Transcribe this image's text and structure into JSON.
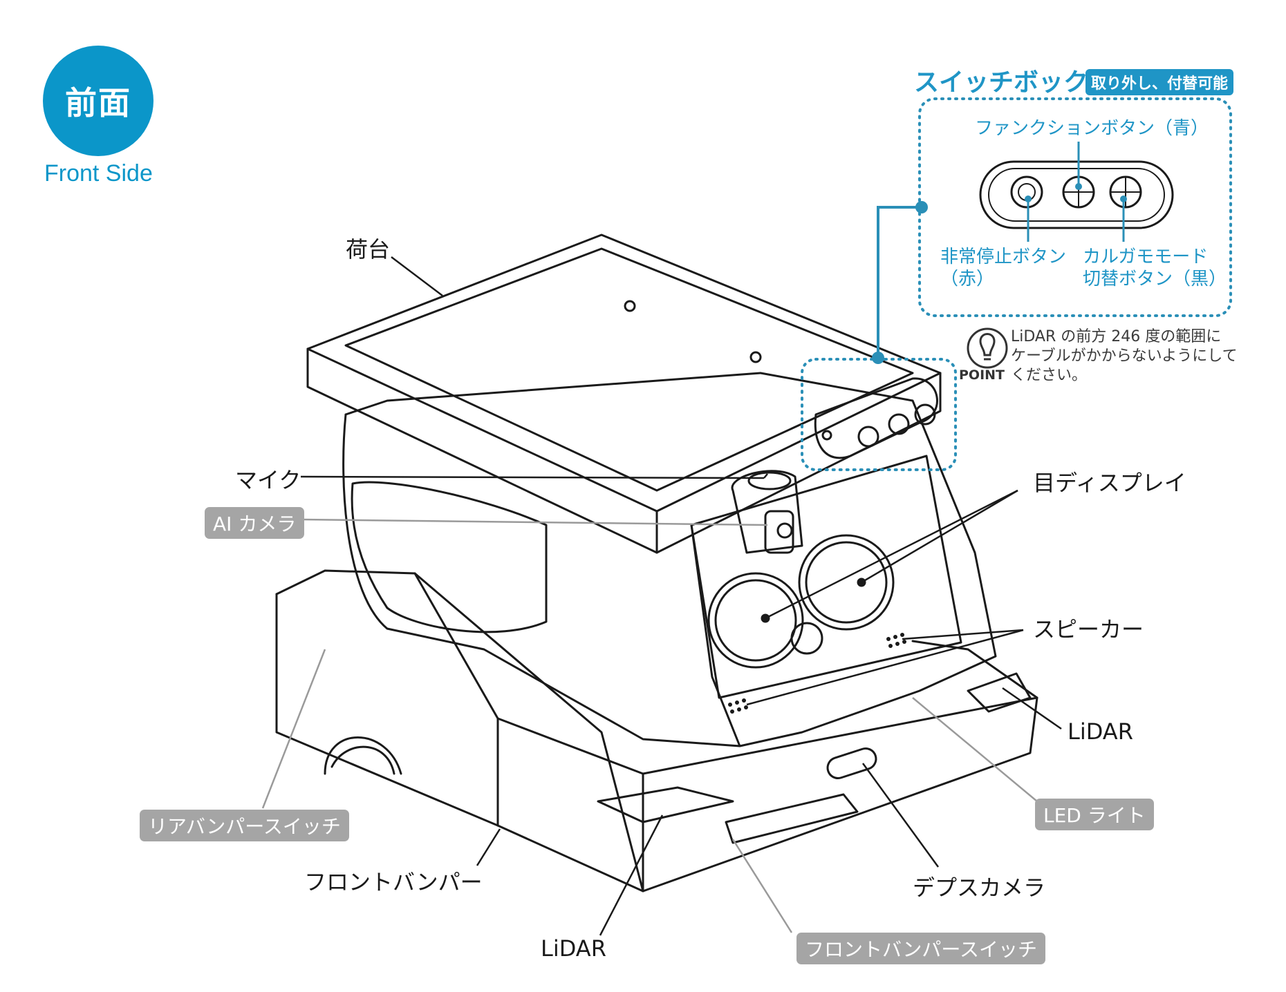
{
  "header": {
    "badge_text": "前面",
    "side_label": "Front Side",
    "accent_color": "#0b96c9"
  },
  "switch_box": {
    "title": "スイッチボックス",
    "note_badge": "取り外し、付替可能",
    "function_button_label": "ファンクションボタン（青）",
    "emergency_stop_label": [
      "非常停止ボタン",
      "（赤）"
    ],
    "mode_switch_label": [
      "カルガモモード",
      "切替ボタン（黒）"
    ]
  },
  "point": {
    "icon": "lightbulb-icon",
    "word": "POINT",
    "lines": [
      "LiDAR の前方 246 度の範囲に",
      "ケーブルがかからないようにして",
      "ください。"
    ]
  },
  "callouts": {
    "cargo_bed": "荷台",
    "microphone": "マイク",
    "ai_camera": "AI カメラ",
    "eye_display": "目ディスプレイ",
    "speaker": "スピーカー",
    "lidar_right": "LiDAR",
    "led_light": "LED ライト",
    "rear_bumper_switch": "リアバンパースイッチ",
    "front_bumper": "フロントバンパー",
    "depth_camera": "デプスカメラ",
    "lidar_bottom": "LiDAR",
    "front_bumper_switch": "フロントバンパースイッチ"
  },
  "colors": {
    "callout_blue": "#1f95c6",
    "gray_tag": "#a5a5a5"
  }
}
